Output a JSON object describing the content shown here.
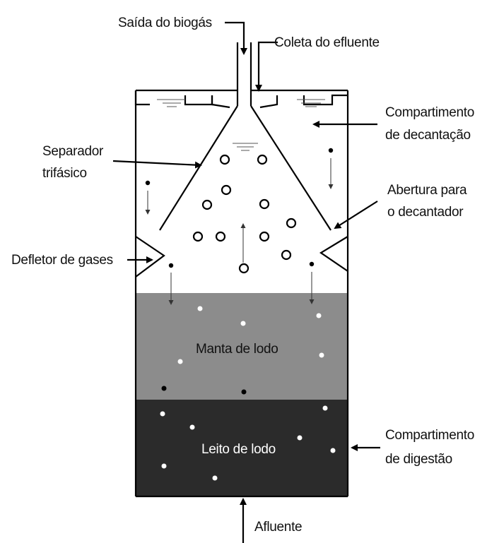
{
  "labels": {
    "biogas_outlet": "Saída do biogás",
    "effluent_collection": "Coleta do efluente",
    "settling_compartment_1": "Compartimento",
    "settling_compartment_2": "de decantação",
    "three_phase_separator_1": "Separador",
    "three_phase_separator_2": "trifásico",
    "settler_opening_1": "Abertura para",
    "settler_opening_2": "o decantador",
    "gas_deflector": "Defletor de gases",
    "sludge_blanket": "Manta de lodo",
    "sludge_bed": "Leito de lodo",
    "digestion_compartment_1": "Compartimento",
    "digestion_compartment_2": "de digestão",
    "influent": "Afluente"
  },
  "colors": {
    "sludge_blanket": "#8c8c8c",
    "sludge_bed": "#2b2b2b",
    "outline": "#000000",
    "background": "#ffffff"
  }
}
